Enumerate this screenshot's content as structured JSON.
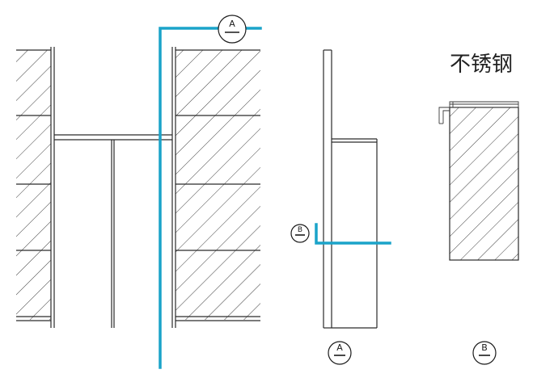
{
  "material_label": "不锈钢",
  "section_markers": {
    "cut_a_top": "A",
    "cut_b_side": "B",
    "title_a": "A",
    "title_b": "B"
  },
  "colors": {
    "cut_line": "#1aa3c9",
    "linework": "#2a2a2a"
  }
}
